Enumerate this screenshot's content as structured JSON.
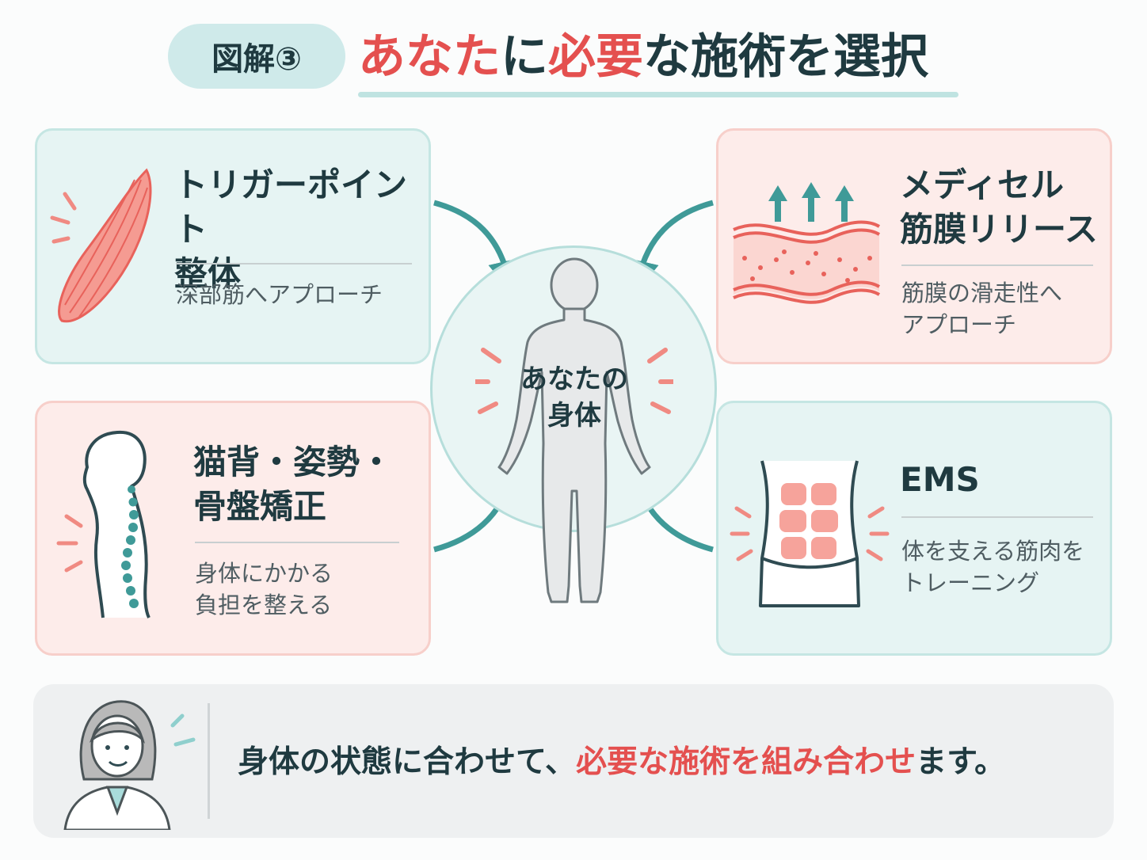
{
  "header": {
    "badge": "図解③",
    "title_parts": {
      "p1": "あなた",
      "p2": "に",
      "p3": "必要",
      "p4": "な施術を選択"
    }
  },
  "center": {
    "label": "あなたの\n身体"
  },
  "cards": {
    "trigger": {
      "title": "トリガーポイント\n整体",
      "desc": "深部筋へアプローチ"
    },
    "medicell": {
      "title": "メディセル\n筋膜リリース",
      "desc": "筋膜の滑走性へ\nアプローチ"
    },
    "posture": {
      "title": "猫背・姿勢・\n骨盤矯正",
      "desc": "身体にかかる\n負担を整える"
    },
    "ems": {
      "title": "EMS",
      "desc": "体を支える筋肉を\nトレーニング"
    }
  },
  "bottom": {
    "parts": {
      "p1": "身体の状態に合わせて、",
      "p2": "必要な施術を組み合わせ",
      "p3": "ます。"
    }
  },
  "colors": {
    "teal": "#3f9a98",
    "red": "#e4504f",
    "dark": "#1f3a40",
    "teal_bg": "#e6f4f3",
    "pink_bg": "#fdecea"
  }
}
